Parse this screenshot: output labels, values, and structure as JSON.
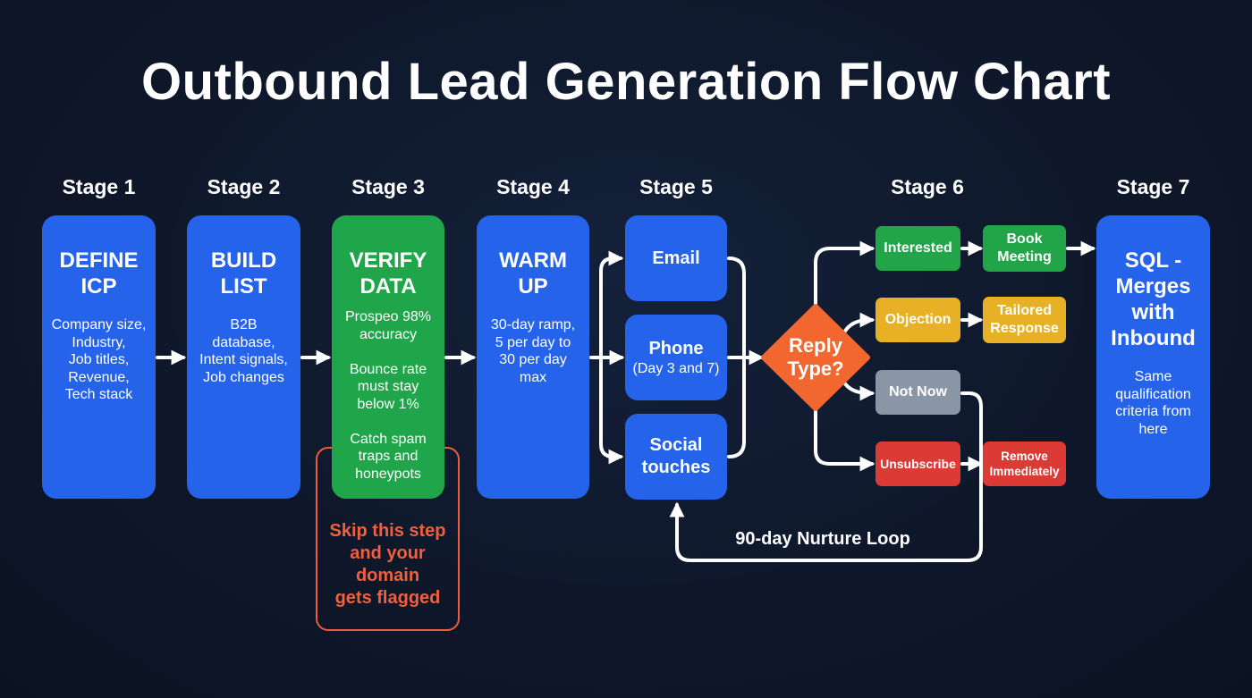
{
  "title": "Outbound Lead Generation Flow Chart",
  "stages": [
    {
      "label": "Stage 1",
      "heading": "DEFINE\nICP",
      "description": "Company size,\nIndustry,\nJob titles,\nRevenue,\nTech stack"
    },
    {
      "label": "Stage 2",
      "heading": "BUILD\nLIST",
      "description": "B2B\ndatabase,\nIntent signals,\nJob changes"
    },
    {
      "label": "Stage 3",
      "heading": "VERIFY\nDATA",
      "description": "Prospeo 98%\naccuracy\n\nBounce rate\nmust stay\nbelow 1%\n\nCatch spam\ntraps and\nhoneypots"
    },
    {
      "label": "Stage 4",
      "heading": "WARM\nUP",
      "description": "30-day ramp,\n5 per day to\n30 per day\nmax"
    },
    {
      "label": "Stage 5"
    },
    {
      "label": "Stage 6"
    },
    {
      "label": "Stage 7",
      "heading": "SQL -\nMerges\nwith\nInbound",
      "description": "Same\nqualification\ncriteria from\nhere"
    }
  ],
  "warning": "Skip this step\nand your\ndomain\ngets flagged",
  "channels": {
    "email": "Email",
    "phone": "Phone",
    "phone_sub": "(Day 3 and 7)",
    "social": "Social\ntouches"
  },
  "decision": "Reply\nType?",
  "outcomes": {
    "interested": "Interested",
    "book_meeting": "Book\nMeeting",
    "objection": "Objection",
    "tailored_response": "Tailored\nResponse",
    "not_now": "Not Now",
    "unsubscribe": "Unsubscribe",
    "remove_immediately": "Remove\nImmediately"
  },
  "loop_label": "90-day Nurture Loop",
  "colors": {
    "background": "#0e1729",
    "stage_blue": "#2563eb",
    "verify_green": "#1fa64a",
    "decision_orange": "#f2662f",
    "positive_green": "#22a448",
    "objection_yellow": "#e8b024",
    "not_now_gray": "#8a95a6",
    "unsubscribe_red": "#dc3a34",
    "warning_text": "#f0603f"
  }
}
